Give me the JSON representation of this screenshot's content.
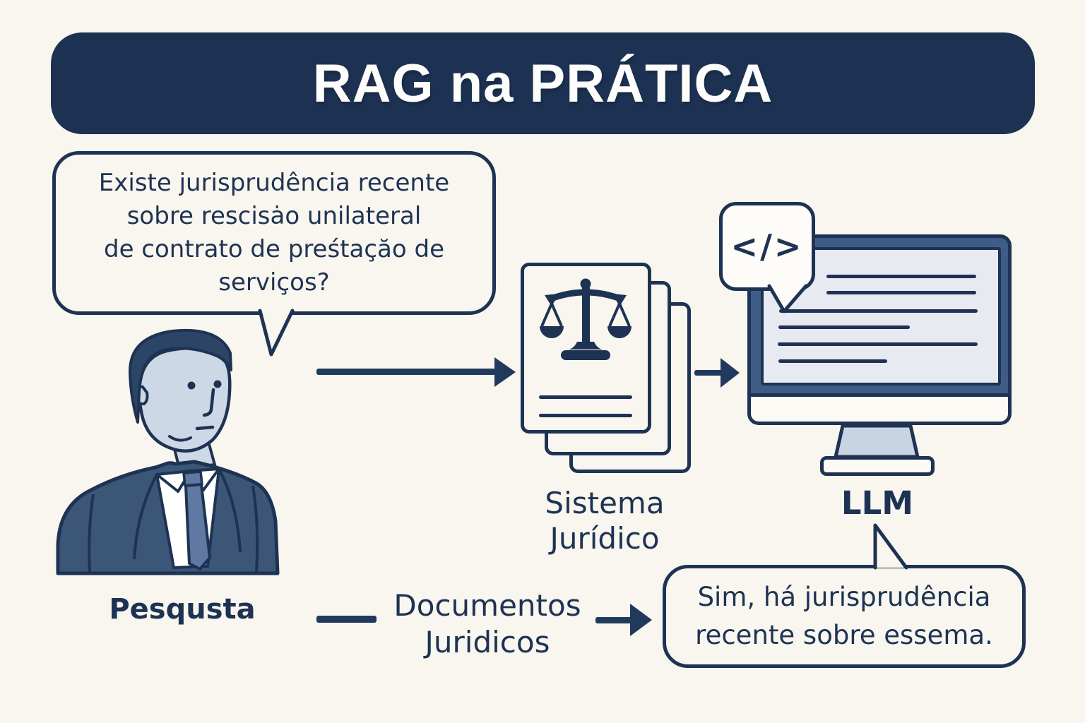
{
  "title": "RAG na PRÁTICA",
  "question_bubble": {
    "lines": [
      "Existe jurisprudência recente",
      "sobre rescisȧo unilateral",
      "de contrato de preśtaçăo de",
      "serviços?"
    ]
  },
  "person_label": "Pesqusta",
  "system_label": {
    "lines": [
      "Sistema",
      "Jurídico"
    ]
  },
  "llm_label": "LLM",
  "code_icon_glyph": "</>",
  "documents_label": {
    "lines": [
      "Documentos",
      "Juridicos"
    ]
  },
  "answer_bubble": {
    "lines": [
      "Sim, há jurisprudência",
      "recente sobre essema."
    ]
  },
  "colors": {
    "background": "#f8f6ef",
    "navy": "#1e3353",
    "header_bg": "#1d3252",
    "suit": "#3c5677",
    "hair": "#2c4466",
    "face": "#cdd8e6",
    "tie": "#5f79a3",
    "monitor_bezel": "#3e5c85",
    "screen": "#e7eaf0",
    "stand": "#c9d4e3",
    "bubble_white": "#fdfcf8"
  }
}
